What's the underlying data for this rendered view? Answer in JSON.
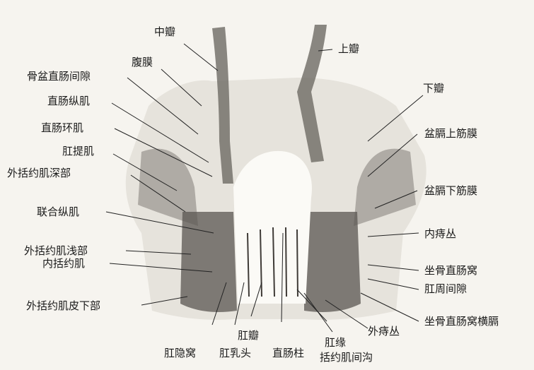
{
  "labels": {
    "zhongban": "中瓣",
    "shangban": "上瓣",
    "xiaban": "下瓣",
    "fumo": "腹膜",
    "gupen_zhichang_jianxi": "骨盆直肠间隙",
    "zhichang_zongji": "直肠纵肌",
    "zhichang_huanji": "直肠环肌",
    "gangtiji": "肛提肌",
    "waikuoyueji_shenbu": "外括约肌深部",
    "lianhe_zongji": "联合纵肌",
    "waikuoyueji_qianbu": "外括约肌浅部",
    "neikuoyueji": "内括约肌",
    "waikuoyueji_pixiabu": "外括约肌皮下部",
    "penge_shang_jinmo": "盆膈上筋膜",
    "penge_xia_jinmo": "盆膈下筋膜",
    "neizhicong": "内痔丛",
    "zuogu_zhichangwo": "坐骨直肠窝",
    "gangzhou_jianxi": "肛周间隙",
    "zuogu_zhichangwo_henge": "坐骨直肠窝横膈",
    "waizhicong": "外痔丛",
    "gangban": "肛瓣",
    "gangyinwo": "肛隐窝",
    "gangrutou": "肛乳头",
    "zhichangzhu": "直肠柱",
    "gangyuan": "肛缘",
    "kuoyueji_jiangou": "括约肌间沟"
  }
}
